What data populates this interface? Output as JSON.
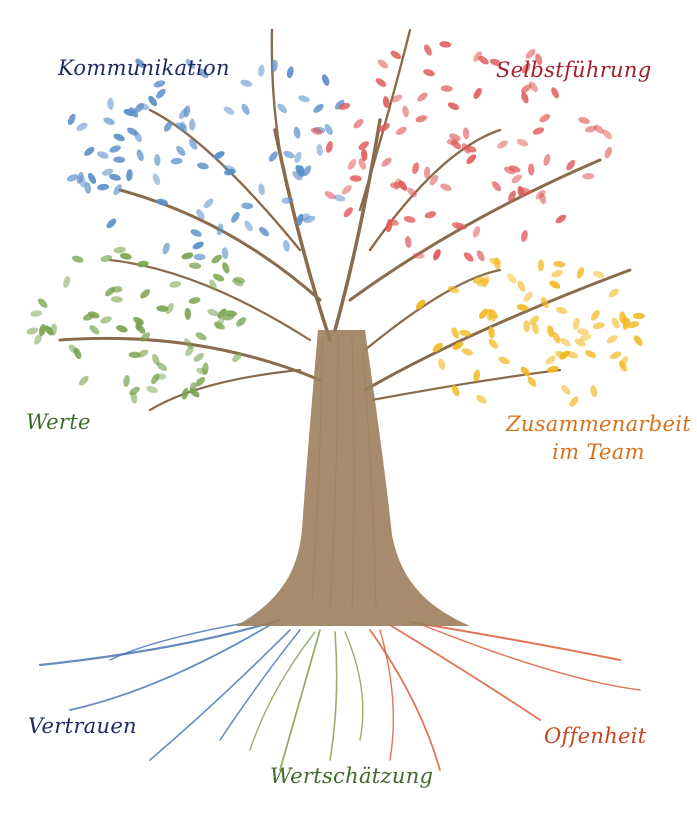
{
  "labels": {
    "kommunikation": "Kommunikation",
    "selbstfuehrung": "Selbstführung",
    "werte": "Werte",
    "zusammenarbeit_line1": "Zusammenarbeit",
    "zusammenarbeit_line2": "im Team",
    "vertrauen": "Vertrauen",
    "offenheit": "Offenheit",
    "wertschaetzung": "Wertschätzung"
  },
  "colors": {
    "kommunikation": "#1f2a63",
    "selbstfuehrung": "#a3202a",
    "werte": "#3d6b2a",
    "zusammenarbeit": "#d9701a",
    "vertrauen": "#1f2a63",
    "offenheit": "#c8461c",
    "wertschaetzung": "#3d6b2a",
    "trunk": "#9c7e5c",
    "leaves_blue": "#5b8fc9",
    "leaves_red": "#df5a5a",
    "leaves_green": "#7aa34f",
    "leaves_yellow": "#f1b81f",
    "roots_blue": "#3f6fb0",
    "roots_green": "#7d9a4a",
    "roots_orange": "#d8542a"
  }
}
